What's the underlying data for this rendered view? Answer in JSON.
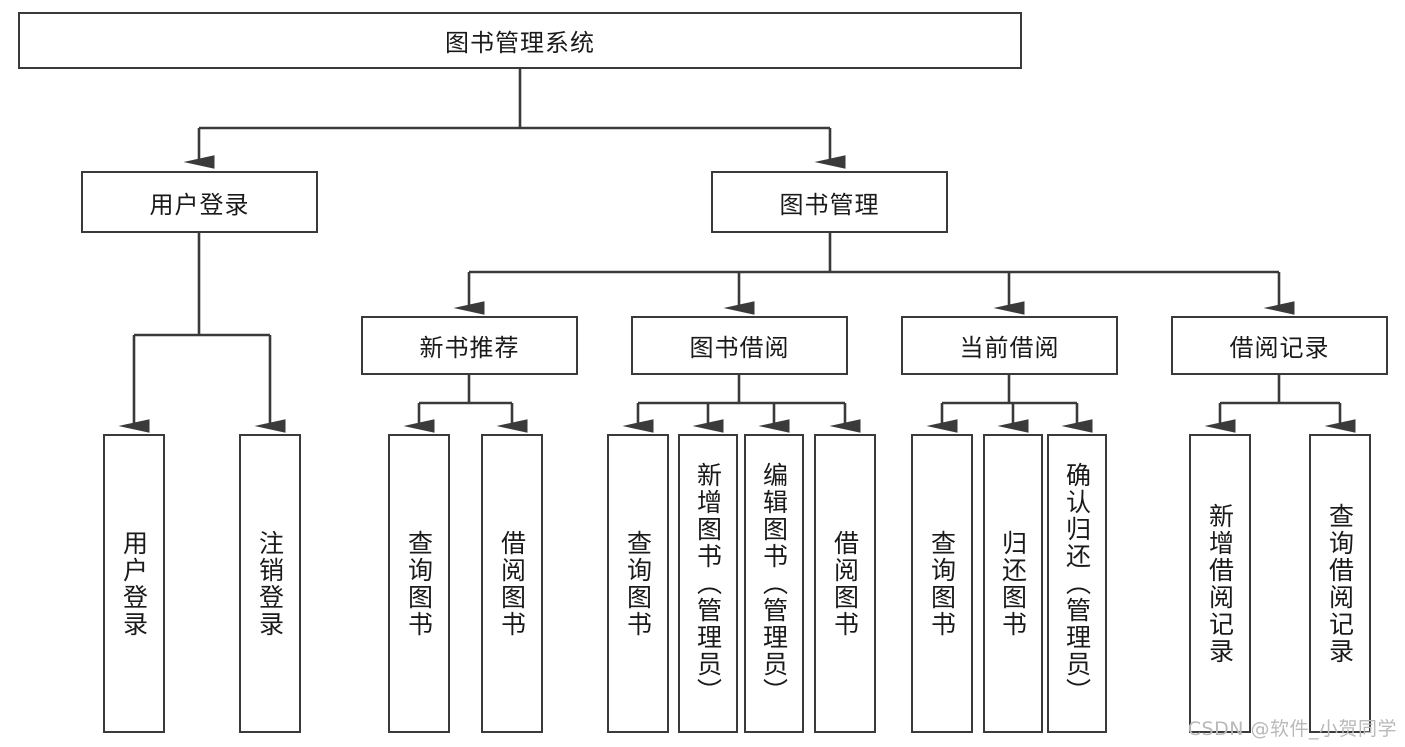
{
  "diagram": {
    "title_node": {
      "label": "图书管理系统"
    },
    "level2": [
      {
        "id": "user-login",
        "label": "用户登录"
      },
      {
        "id": "book-management",
        "label": "图书管理"
      }
    ],
    "level3": [
      {
        "id": "new-book-recommend",
        "label": "新书推荐"
      },
      {
        "id": "book-borrow",
        "label": "图书借阅"
      },
      {
        "id": "current-borrow",
        "label": "当前借阅"
      },
      {
        "id": "borrow-record",
        "label": "借阅记录"
      }
    ],
    "leaves": [
      {
        "id": "leaf-user-login",
        "label": "用户登录",
        "parent": "user-login"
      },
      {
        "id": "leaf-user-logout",
        "label": "注销登录",
        "parent": "user-login"
      },
      {
        "id": "leaf-query-books-1",
        "label": "查询图书",
        "parent": "new-book-recommend"
      },
      {
        "id": "leaf-borrow-books-1",
        "label": "借阅图书",
        "parent": "new-book-recommend"
      },
      {
        "id": "leaf-query-books-2",
        "label": "查询图书",
        "parent": "book-borrow"
      },
      {
        "id": "leaf-add-book",
        "label": "新增图书（管理员）",
        "parent": "book-borrow"
      },
      {
        "id": "leaf-edit-book",
        "label": "编辑图书（管理员）",
        "parent": "book-borrow"
      },
      {
        "id": "leaf-borrow-books-2",
        "label": "借阅图书",
        "parent": "book-borrow"
      },
      {
        "id": "leaf-query-books-3",
        "label": "查询图书",
        "parent": "current-borrow"
      },
      {
        "id": "leaf-return-book",
        "label": "归还图书",
        "parent": "current-borrow"
      },
      {
        "id": "leaf-confirm-return",
        "label": "确认归还（管理员）",
        "parent": "current-borrow"
      },
      {
        "id": "leaf-add-record",
        "label": "新增借阅记录",
        "parent": "borrow-record"
      },
      {
        "id": "leaf-query-record",
        "label": "查询借阅记录",
        "parent": "borrow-record"
      }
    ],
    "watermark": "CSDN @软件_小贺同学",
    "colors": {
      "stroke": "#3a3a3a",
      "background": "#ffffff",
      "text": "#1a1a1a",
      "watermark": "#b9b9b9"
    }
  }
}
